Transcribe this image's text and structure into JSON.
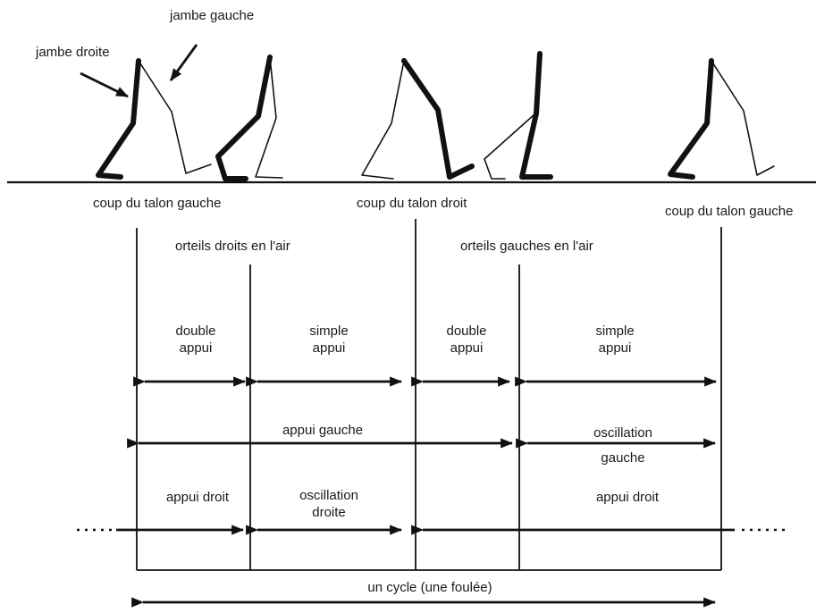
{
  "legs": {
    "left_leg": "jambe gauche",
    "right_leg": "jambe droite"
  },
  "events": {
    "heel_left_1": "coup du talon gauche",
    "heel_right": "coup du talon droit",
    "heel_left_2": "coup du talon gauche",
    "toes_right_off": "orteils droits en l'air",
    "toes_left_off": "orteils gauches en l'air"
  },
  "phases": {
    "double_1": [
      "double",
      "appui"
    ],
    "simple_1": [
      "simple",
      "appui"
    ],
    "double_2": [
      "double",
      "appui"
    ],
    "simple_2": [
      "simple",
      "appui"
    ],
    "stance_left": "appui gauche",
    "swing_left": [
      "oscillation",
      "gauche"
    ],
    "stance_right_1": "appui droit",
    "swing_right": [
      "oscillation",
      "droite"
    ],
    "stance_right_2": "appui droit",
    "cycle": "un cycle (une foulée)"
  }
}
